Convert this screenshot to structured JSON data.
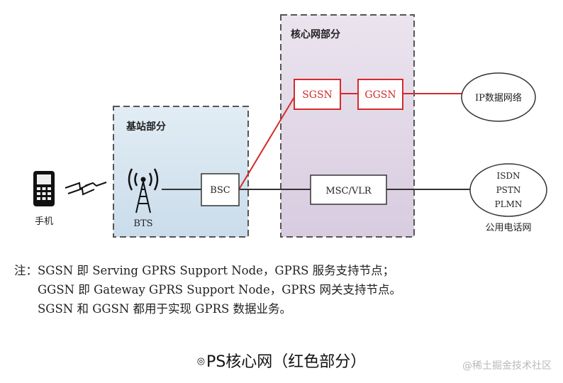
{
  "regions": {
    "core": "核心网部分",
    "base": "基站部分"
  },
  "nodes": {
    "sgsn": "SGSN",
    "ggsn": "GGSN",
    "bsc": "BSC",
    "msc": "MSC/VLR",
    "bts": "BTS",
    "phone": "手机",
    "ip": "IP数据网络",
    "isdn": "ISDN",
    "pstn": "PSTN",
    "plmn": "PLMN",
    "public_net": "公用电话网"
  },
  "notes": {
    "line1": "注：SGSN 即 Serving GPRS Support Node，GPRS 服务支持节点；",
    "line2": "GGSN 即 Gateway GPRS Support Node，GPRS 网关支持节点。",
    "line3": "SGSN 和 GGSN 都用于实现 GPRS 数据业务。"
  },
  "caption": {
    "mark": "◎",
    "text": "PS核心网（红色部分）"
  },
  "watermark": "@稀土掘金技术社区",
  "colors": {
    "ps_red": "#d42b2b",
    "core_bg": "#e5dcea",
    "base_bg": "#dce9f2",
    "link_gray": "#333333"
  }
}
